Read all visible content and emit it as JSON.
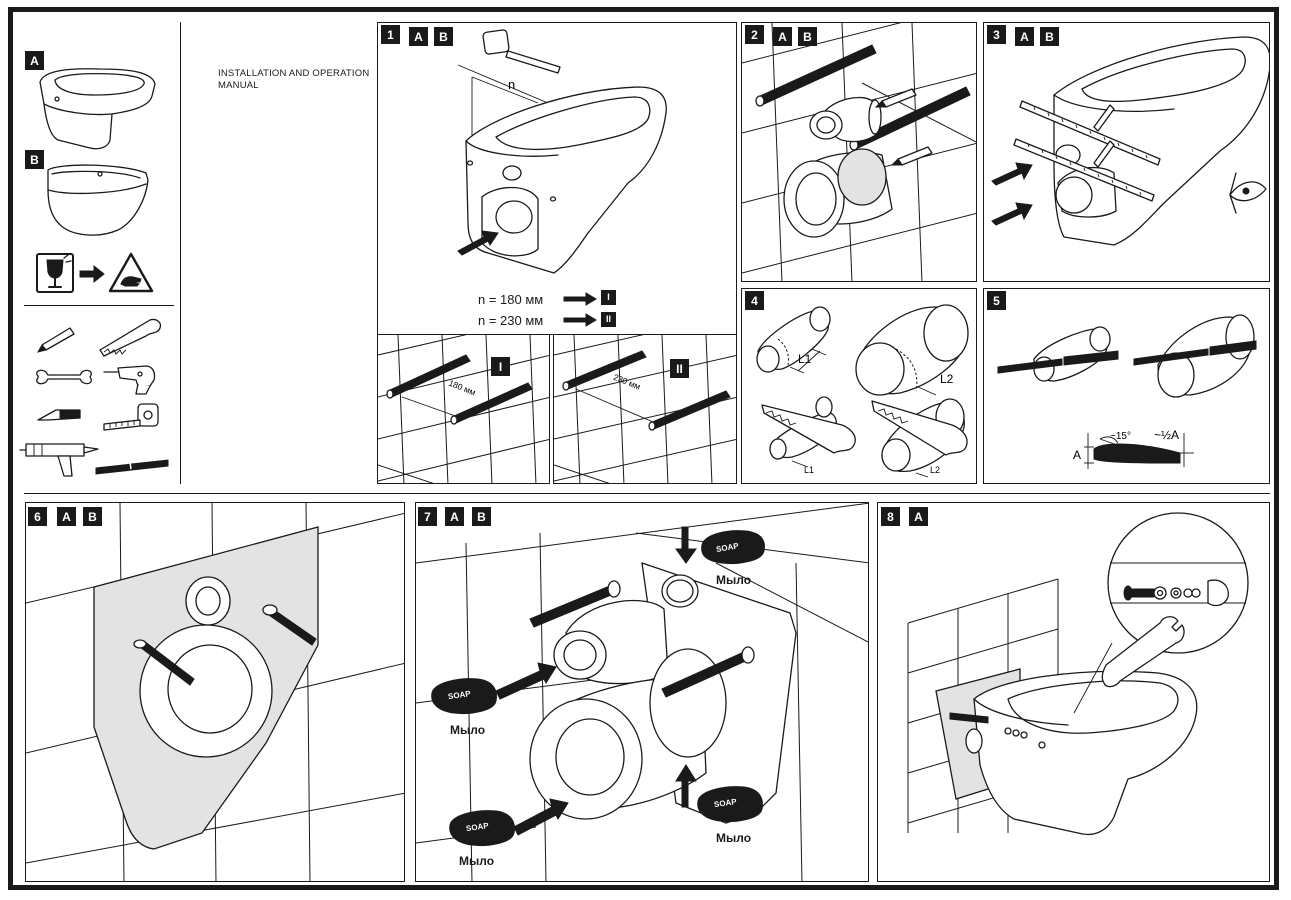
{
  "manual": {
    "title_line1": "INSTALLATION AND OPERATION",
    "title_line2": "MANUAL"
  },
  "labels": {
    "a": "A",
    "b": "B",
    "i": "I",
    "ii": "II",
    "n": "n",
    "l1": "L1",
    "l2": "L2",
    "soap": "SOAP",
    "mylo": "Мыло",
    "angle": "15°",
    "half_a": "½A",
    "dim_a": "A"
  },
  "steps": [
    {
      "number": "1"
    },
    {
      "number": "2"
    },
    {
      "number": "3"
    },
    {
      "number": "4"
    },
    {
      "number": "5"
    },
    {
      "number": "6"
    },
    {
      "number": "7"
    },
    {
      "number": "8"
    }
  ],
  "step1": {
    "formula_180": "n = 180 мм",
    "formula_230": "n = 230 мм",
    "dim_180": "180 мм",
    "dim_230": "230 мм"
  },
  "icons": {
    "tools": [
      "pencil-icon",
      "saw-icon",
      "wrench-icon",
      "drill-icon",
      "knife-icon",
      "tape-measure-icon",
      "caulking-gun-icon",
      "threaded-rod-icon"
    ],
    "warning": [
      "fragile-glass-icon",
      "arrow-right-icon",
      "hand-injury-warning-icon"
    ],
    "eye": "eye-icon"
  },
  "colors": {
    "ink": "#1a1a1a",
    "paper": "#ffffff",
    "plate": "#e3e3e3"
  }
}
